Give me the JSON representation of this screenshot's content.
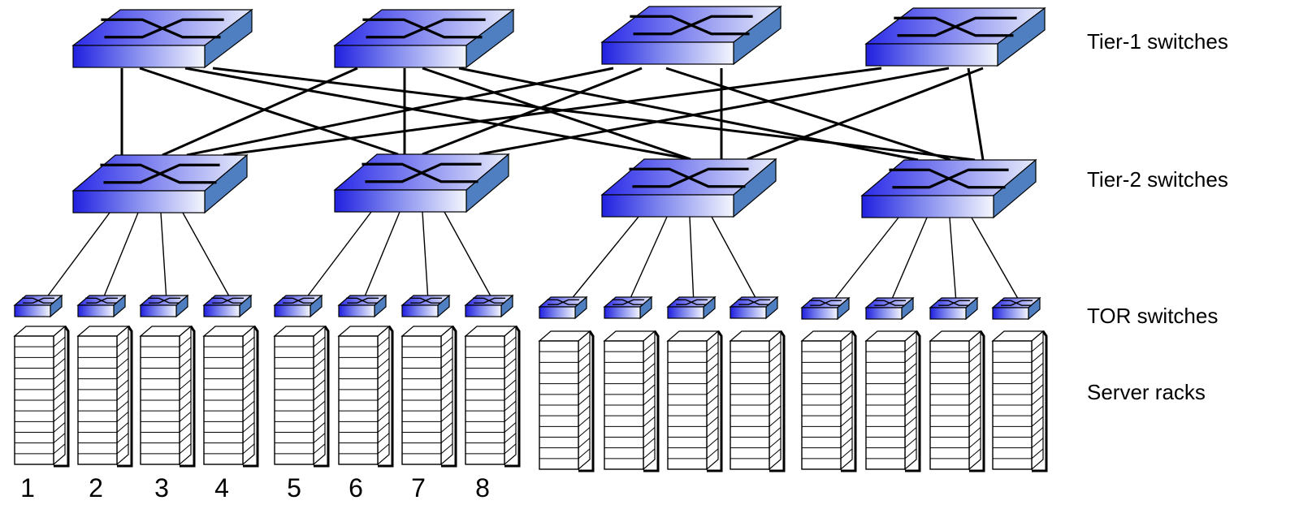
{
  "labels": {
    "tier1": "Tier-1 switches",
    "tier2": "Tier-2 switches",
    "tor": "TOR switches",
    "racks": "Server racks"
  },
  "rack_numbers": [
    "1",
    "2",
    "3",
    "4",
    "5",
    "6",
    "7",
    "8"
  ],
  "colors": {
    "switch_blue": "#2a2ae8",
    "switch_side": "#4f7fc0",
    "line": "#000000"
  }
}
